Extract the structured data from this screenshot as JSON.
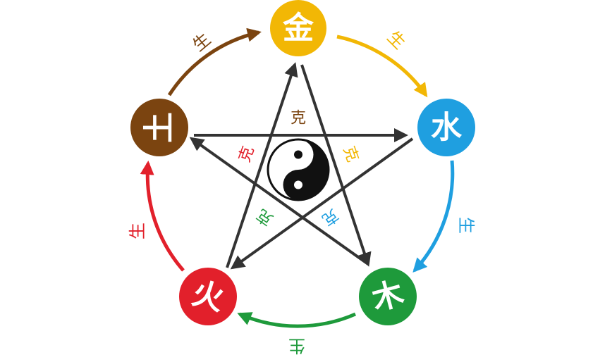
{
  "elements": {
    "metal": {
      "label": "金",
      "color": "#F2B705"
    },
    "water": {
      "label": "水",
      "color": "#1F9FE0"
    },
    "wood": {
      "label": "木",
      "color": "#1E9A3B"
    },
    "fire": {
      "label": "火",
      "color": "#E2202B"
    },
    "earth": {
      "label": "土",
      "color": "#7B4410"
    }
  },
  "cycle_labels": {
    "generate": "生",
    "overcome": "克"
  },
  "colors": {
    "star_arrow": "#333333",
    "yin": "#111111",
    "yang": "#ffffff"
  }
}
